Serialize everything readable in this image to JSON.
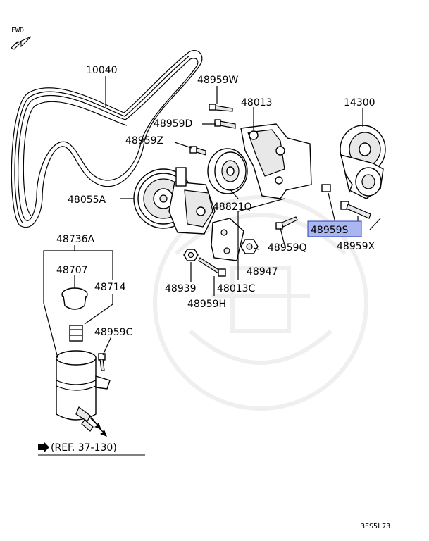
{
  "fwd": {
    "label": "FWD"
  },
  "labels": {
    "belt": "10040",
    "bolt_w": "48959W",
    "bracket": "48013",
    "tensioner": "14300",
    "bolt_d": "48959D",
    "bolt_z": "48959Z",
    "pump": "48055A",
    "idler": "48821Q",
    "bolt_s": "48959S",
    "bolt_x": "48959X",
    "bolt_q": "48959Q",
    "reservoir_assy": "48736A",
    "reservoir": "48707",
    "cap": "48714",
    "nut": "48947",
    "washer": "48939",
    "bracket_c": "48013C",
    "bolt_h": "48959H",
    "bolt_c": "48959C"
  },
  "reference": {
    "text": "(REF. 37-130)"
  },
  "diagram_code": "3ES5L73",
  "colors": {
    "highlight_fill": "#a9b6ef",
    "highlight_border": "#2a3db8"
  }
}
